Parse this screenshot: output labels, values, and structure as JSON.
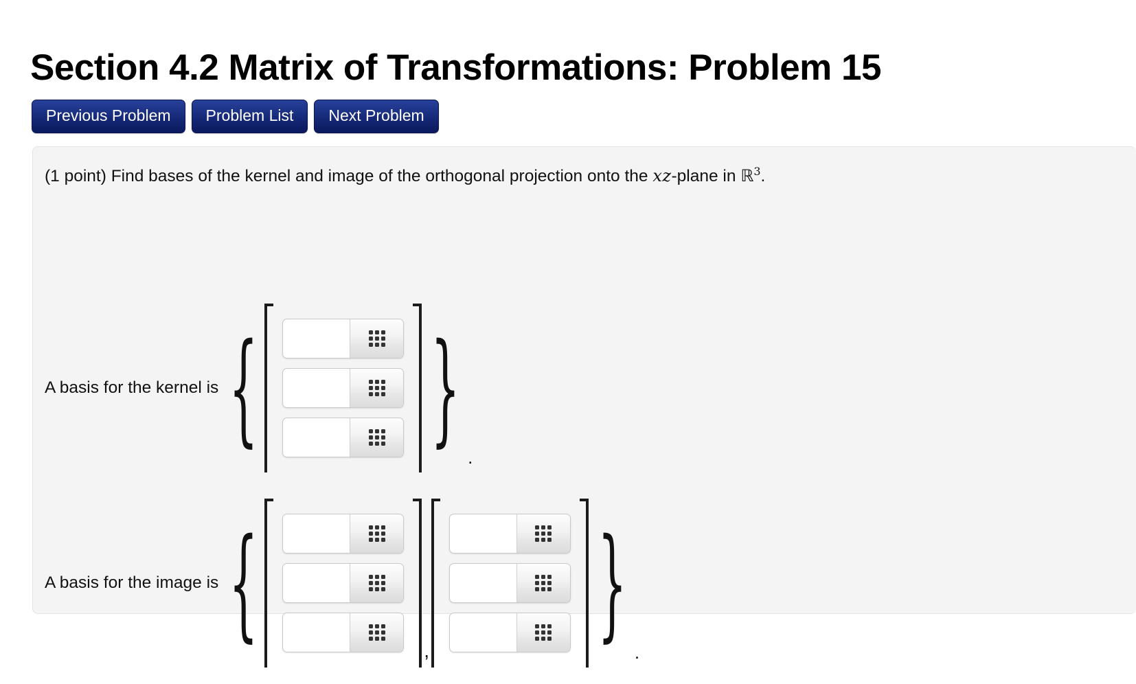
{
  "page": {
    "title": "Section 4.2 Matrix of Transformations: Problem 15",
    "background_color": "#ffffff",
    "panel_color": "#f4f4f4"
  },
  "nav": {
    "accent_color": "#12236e",
    "buttons": [
      {
        "label": "Previous Problem",
        "name": "previous-problem-button"
      },
      {
        "label": "Problem List",
        "name": "problem-list-button"
      },
      {
        "label": "Next Problem",
        "name": "next-problem-button"
      }
    ]
  },
  "problem": {
    "points": "(1 point)",
    "text_before_math": "Find bases of the kernel and image of the orthogonal projection onto the",
    "math_plane": "xz",
    "text_after_plane": "-plane in",
    "math_space": "ℝ",
    "math_space_exponent": "3",
    "text_end": ".",
    "statement_full": "(1 point) Find bases of the kernel and image of the orthogonal projection onto the xz-plane in ℝ3."
  },
  "answers": [
    {
      "name": "kernel-answer-row",
      "label": "A basis for the kernel is",
      "open_brace": "{",
      "close_brace": "}",
      "terminator": ".",
      "vectors": [
        {
          "name": "kernel-vector-1",
          "cells": [
            {
              "value": "",
              "placeholder": ""
            },
            {
              "value": "",
              "placeholder": ""
            },
            {
              "value": "",
              "placeholder": ""
            }
          ]
        }
      ],
      "separator": ""
    },
    {
      "name": "image-answer-row",
      "label": "A basis for the image is",
      "open_brace": "{",
      "close_brace": "}",
      "terminator": ".",
      "vectors": [
        {
          "name": "image-vector-1",
          "cells": [
            {
              "value": "",
              "placeholder": ""
            },
            {
              "value": "",
              "placeholder": ""
            },
            {
              "value": "",
              "placeholder": ""
            }
          ]
        },
        {
          "name": "image-vector-2",
          "cells": [
            {
              "value": "",
              "placeholder": ""
            },
            {
              "value": "",
              "placeholder": ""
            },
            {
              "value": "",
              "placeholder": ""
            }
          ]
        }
      ],
      "separator": ","
    }
  ],
  "icons": {
    "keypad": "math-keypad-grid-icon",
    "keypad_dot_count": 9
  }
}
